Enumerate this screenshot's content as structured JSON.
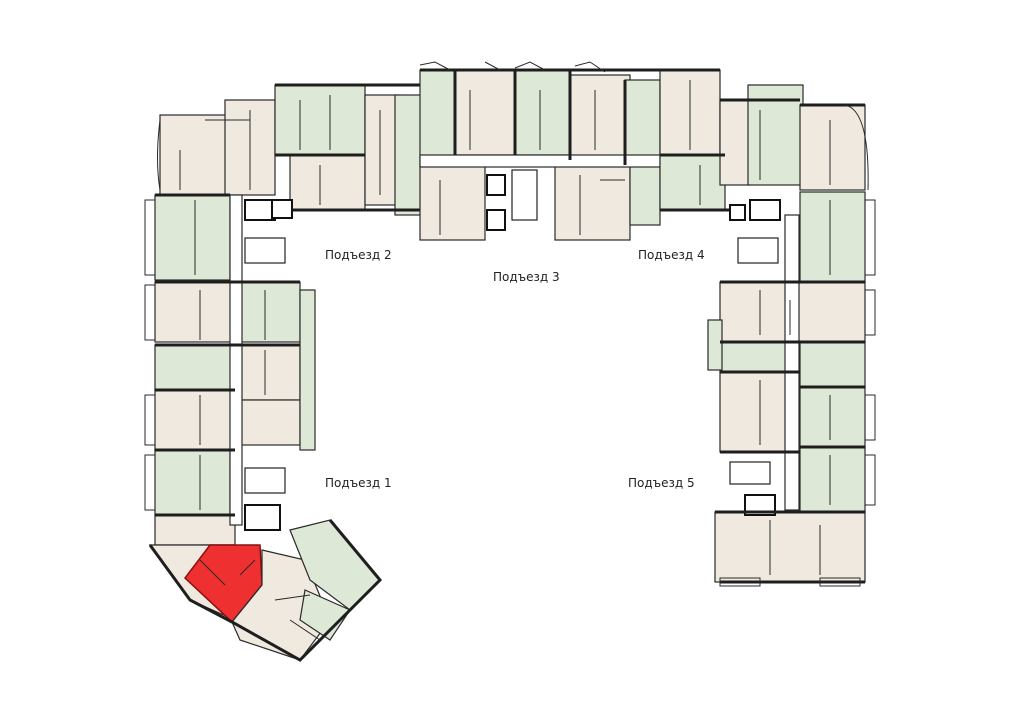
{
  "entrances": [
    {
      "id": "1",
      "label": "Подъезд 1"
    },
    {
      "id": "2",
      "label": "Подъезд 2"
    },
    {
      "id": "3",
      "label": "Подъезд 3"
    },
    {
      "id": "4",
      "label": "Подъезд 4"
    },
    {
      "id": "5",
      "label": "Подъезд 5"
    }
  ],
  "colors": {
    "apartment_green": "#dde8d6",
    "apartment_beige": "#efe9e0",
    "selected_apartment": "#ee3030",
    "walls": "#1e1e1e"
  }
}
